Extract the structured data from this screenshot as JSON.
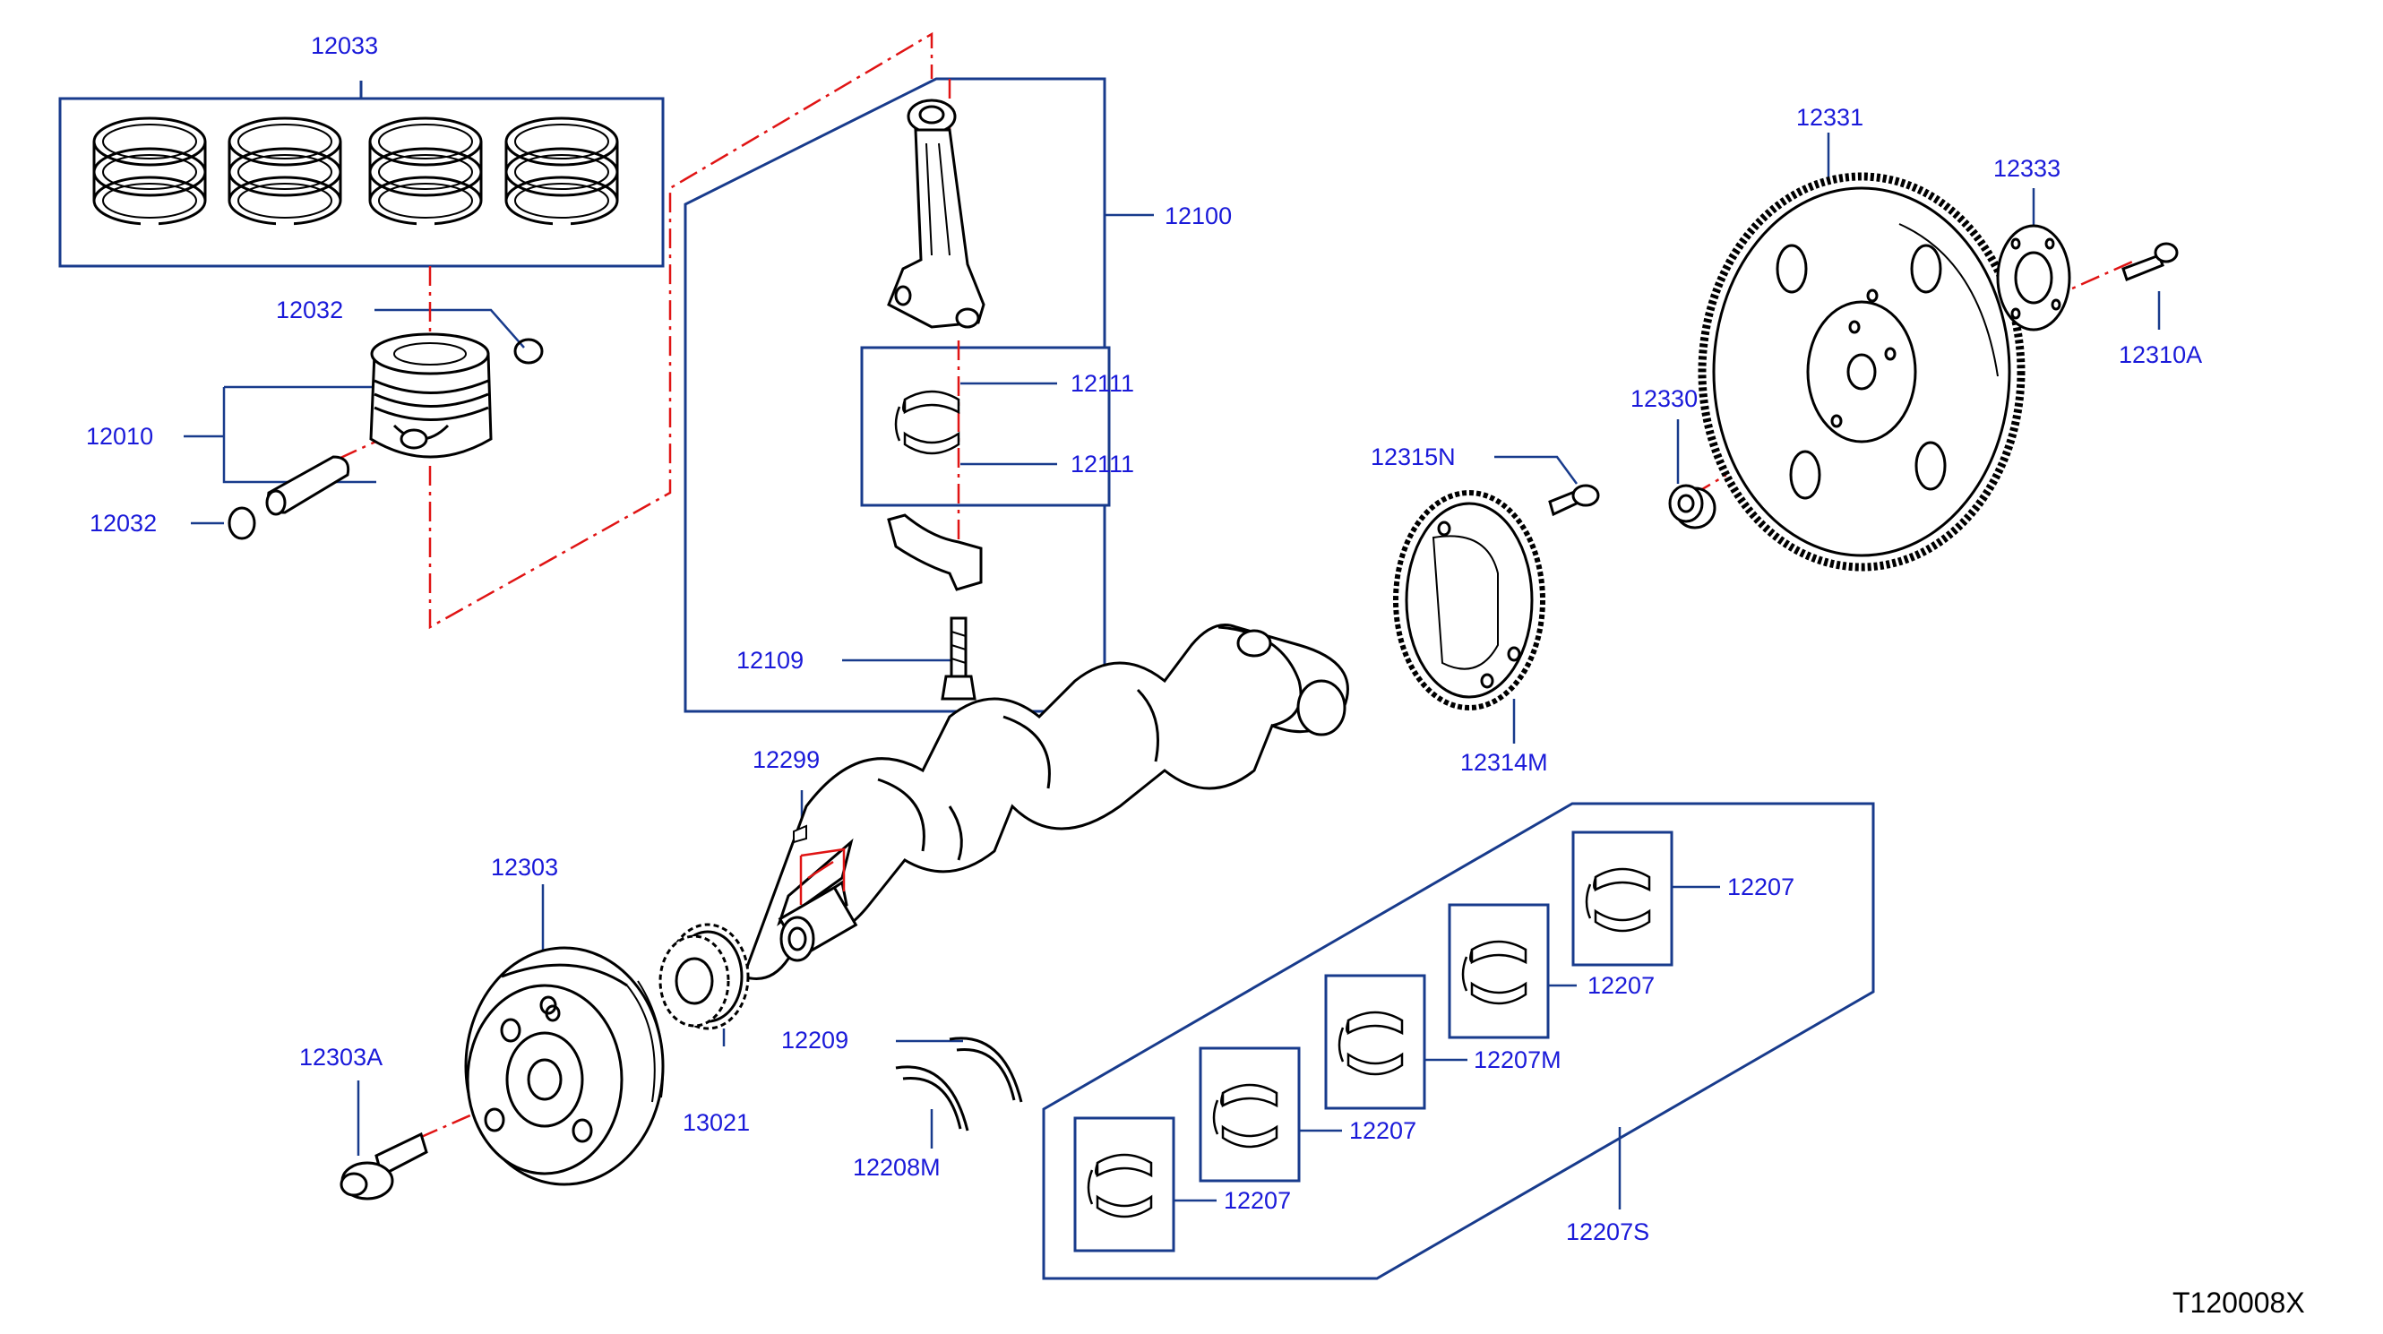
{
  "diagram": {
    "code": "T120008X",
    "colors": {
      "label": "#1a1ad9",
      "frame": "#183b8c",
      "center_line": "#e01414",
      "part": "#000000"
    },
    "labels": {
      "l12033": "12033",
      "l12032a": "12032",
      "l12010": "12010",
      "l12032b": "12032",
      "l12100": "12100",
      "l12111a": "12111",
      "l12111b": "12111",
      "l12109": "12109",
      "l12299": "12299",
      "l12303": "12303",
      "l12303A": "12303A",
      "l13021": "13021",
      "l12209": "12209",
      "l12208M": "12208M",
      "l12331": "12331",
      "l12333": "12333",
      "l12310A": "12310A",
      "l12330": "12330",
      "l12315N": "12315N",
      "l12314M": "12314M",
      "l12207a": "12207",
      "l12207b": "12207",
      "l12207M": "12207M",
      "l12207c": "12207",
      "l12207d": "12207",
      "l12207S": "12207S"
    }
  }
}
